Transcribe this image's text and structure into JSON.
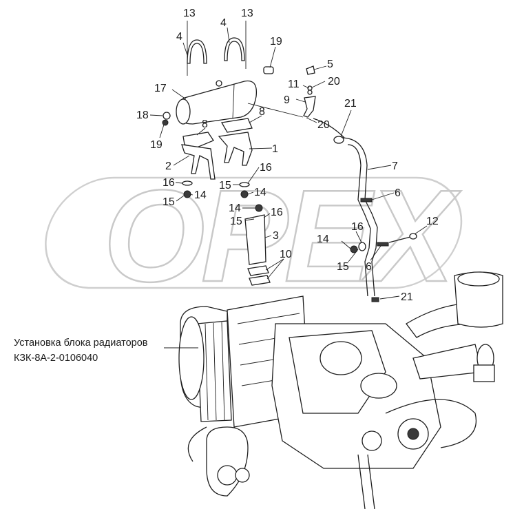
{
  "watermark": "OPEX",
  "caption": {
    "line1": "Установка блока радиаторов",
    "line2": "КЗК-8А-2-0106040"
  },
  "callouts": {
    "c13a": "13",
    "c13b": "13",
    "c4a": "4",
    "c4b": "4",
    "c19a": "19",
    "c5": "5",
    "c11": "11",
    "c20a": "20",
    "c17": "17",
    "c9": "9",
    "c21a": "21",
    "c18": "18",
    "c8a": "8",
    "c20b": "20",
    "c19b": "19",
    "c8b": "8",
    "c1": "1",
    "c2": "2",
    "c16a": "16",
    "c7": "7",
    "c16b": "16",
    "c15a": "15",
    "c14a": "14",
    "c6a": "6",
    "c15b": "15",
    "c14b": "14",
    "c14c": "14",
    "c16c": "16",
    "c15c": "15",
    "c12": "12",
    "c16d": "16",
    "c3": "3",
    "c14d": "14",
    "c10": "10",
    "c15d": "15",
    "c6b": "6",
    "c21b": "21"
  }
}
